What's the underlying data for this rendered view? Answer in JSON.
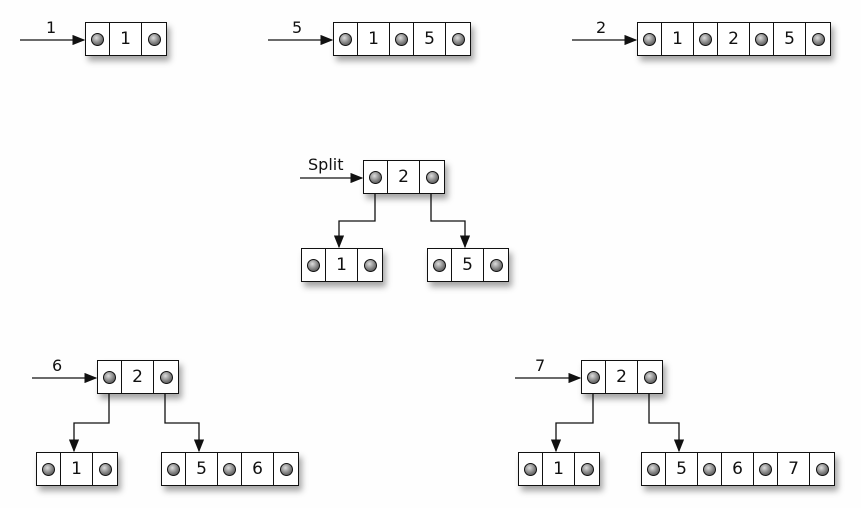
{
  "steps": [
    {
      "label": "1",
      "nodes": [
        [
          "1"
        ]
      ]
    },
    {
      "label": "5",
      "nodes": [
        [
          "1",
          "5"
        ]
      ]
    },
    {
      "label": "2",
      "nodes": [
        [
          "1",
          "2",
          "5"
        ]
      ]
    },
    {
      "label": "Split",
      "nodes": [
        [
          "2"
        ],
        [
          "1"
        ],
        [
          "5"
        ]
      ]
    },
    {
      "label": "6",
      "nodes": [
        [
          "2"
        ],
        [
          "1"
        ],
        [
          "5",
          "6"
        ]
      ]
    },
    {
      "label": "7",
      "nodes": [
        [
          "2"
        ],
        [
          "1"
        ],
        [
          "5",
          "6",
          "7"
        ]
      ]
    }
  ]
}
